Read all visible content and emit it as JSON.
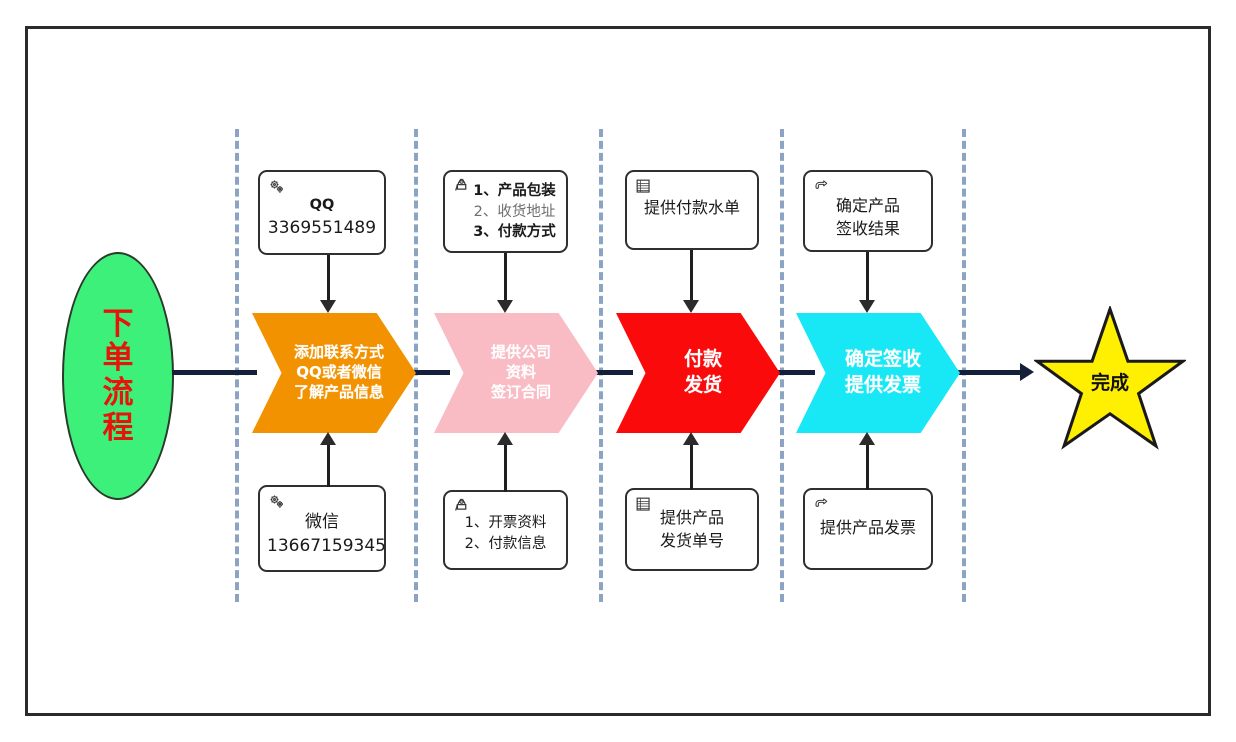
{
  "diagram": {
    "title": "下单流程",
    "start": {
      "label": "下单流程",
      "shape": "ellipse",
      "fill": "#3cf07a",
      "text_color": "#e8140a"
    },
    "end": {
      "label": "完成",
      "shape": "star",
      "fill": "#ffef00",
      "text_color": "#111111"
    },
    "stages": [
      {
        "id": "stage-1",
        "label": "添加联系方式\nQQ或者微信\n了解产品信息",
        "fill": "#f29200",
        "text_color": "#ffffff",
        "top_box": {
          "icon": "gears-icon",
          "title": "QQ",
          "value": "3369551489"
        },
        "bottom_box": {
          "icon": "gears-icon",
          "title": "微信",
          "value": "13667159345"
        }
      },
      {
        "id": "stage-2",
        "label": "提供公司\n资料\n签订合同",
        "fill": "#f9bcc4",
        "text_color": "#ffffff",
        "top_box": {
          "icon": "person-icon",
          "lines": [
            "1、产品包装",
            "2、收货地址",
            "3、付款方式"
          ]
        },
        "bottom_box": {
          "icon": "person-icon",
          "lines": [
            "1、开票资料",
            "2、付款信息"
          ]
        }
      },
      {
        "id": "stage-3",
        "label": "付款\n发货",
        "fill": "#fa0a0a",
        "text_color": "#ffffff",
        "top_box": {
          "icon": "list-document-icon",
          "text": "提供付款水单"
        },
        "bottom_box": {
          "icon": "list-document-icon",
          "text": "提供产品\n发货单号"
        }
      },
      {
        "id": "stage-4",
        "label": "确定签收\n提供发票",
        "fill": "#18e8f5",
        "text_color": "#ffffff",
        "top_box": {
          "icon": "pointing-hand-icon",
          "text": "确定产品\n签收结果"
        },
        "bottom_box": {
          "icon": "pointing-hand-icon",
          "text": "提供产品发票"
        }
      }
    ],
    "lane_divider_color": "#8ba4c4",
    "connector_color": "#14203a",
    "border_color": "#2b2b2b"
  }
}
